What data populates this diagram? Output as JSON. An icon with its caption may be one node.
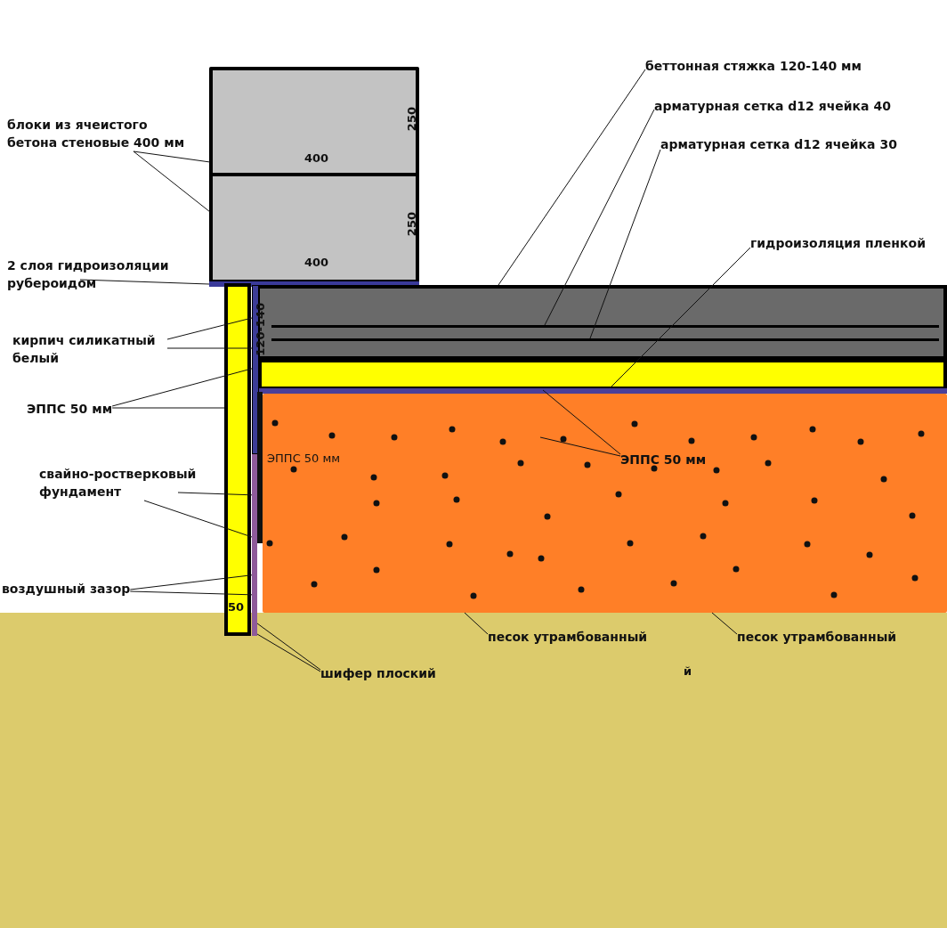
{
  "diagram": {
    "nodes": [
      {
        "text": [
          "блоки из ячеистого бетона стеновые 400 мм"
        ]
      },
      {
        "text": [],
        "shape": "box"
      },
      {
        "text": [],
        "shape": "box"
      },
      {
        "text": [
          "2 слоя гидроизоляции рубероидом"
        ]
      },
      {
        "text": [],
        "shape": "bar"
      },
      {
        "text": [
          "кирпич силикатный белый"
        ]
      },
      {
        "text": [],
        "shape": "bar"
      },
      {
        "text": [
          "ЭППС 50 мм"
        ]
      },
      {
        "text": [],
        "shape": "bar"
      },
      {
        "text": [],
        "shape": "bar"
      },
      {
        "text": [
          "свайно-ростверковый фундамент"
        ]
      },
      {
        "text": [],
        "shape": "bar"
      },
      {
        "text": [
          "воздушный зазор"
        ]
      },
      {
        "text": [],
        "shape": "bar"
      },
      {
        "text": [
          "ЭППС 50 мм"
        ],
        "in": 25
      },
      {
        "text": [
          "беттонная стяжка 120-140 мм"
        ]
      },
      {
        "text": [],
        "shape": "bar"
      },
      {
        "text": [
          "арматурная сетка d12 ячейка 40"
        ]
      },
      {
        "text": [],
        "shape": "bar",
        "in": 16
      },
      {
        "text": [
          "арматурная сетка d12 ячейка 30"
        ]
      },
      {
        "text": [],
        "shape": "bar",
        "in": 16
      },
      {
        "text": [
          "гидроизоляция пленкой"
        ]
      },
      {
        "text": [],
        "shape": "bar"
      },
      {
        "text": [
          "песок утрамбованный"
        ]
      },
      {
        "text": [
          "песок утрамбованный"
        ]
      },
      {
        "text": [],
        "shape": "box"
      },
      {
        "text": [
          "шифер плоский"
        ]
      },
      {
        "text": [],
        "shape": "bar"
      }
    ],
    "edges": [
      {
        "from": 0,
        "to": 1,
        "arrow": "none"
      },
      {
        "from": 0,
        "to": 2,
        "arrow": "none"
      },
      {
        "from": 3,
        "to": 4,
        "arrow": "none"
      },
      {
        "from": 5,
        "to": 6,
        "arrow": "none"
      },
      {
        "from": 5,
        "to": 6,
        "arrow": "none"
      },
      {
        "from": 7,
        "to": 8,
        "arrow": "none"
      },
      {
        "from": 7,
        "to": 9,
        "arrow": "none"
      },
      {
        "from": 10,
        "to": 11,
        "arrow": "none"
      },
      {
        "from": 10,
        "to": 11,
        "arrow": "none"
      },
      {
        "from": 12,
        "to": 13,
        "arrow": "none"
      },
      {
        "from": 12,
        "to": 13,
        "arrow": "none"
      },
      {
        "from": 14,
        "to": 9,
        "arrow": "none"
      },
      {
        "from": 14,
        "to": 25,
        "arrow": "none"
      },
      {
        "from": 15,
        "to": 16,
        "arrow": "none"
      },
      {
        "from": 17,
        "to": 18,
        "arrow": "none"
      },
      {
        "from": 19,
        "to": 20,
        "arrow": "none"
      },
      {
        "from": 21,
        "to": 22,
        "arrow": "none"
      },
      {
        "from": 23,
        "to": 25,
        "arrow": "none"
      },
      {
        "from": 24,
        "to": 25,
        "arrow": "none"
      },
      {
        "from": 26,
        "to": 27,
        "arrow": "none"
      },
      {
        "from": 26,
        "to": 27,
        "arrow": "none"
      }
    ],
    "labels": [
      "250",
      "400",
      "250",
      "400",
      "120-140",
      "ЭППС 50 мм",
      "50",
      "й"
    ]
  }
}
